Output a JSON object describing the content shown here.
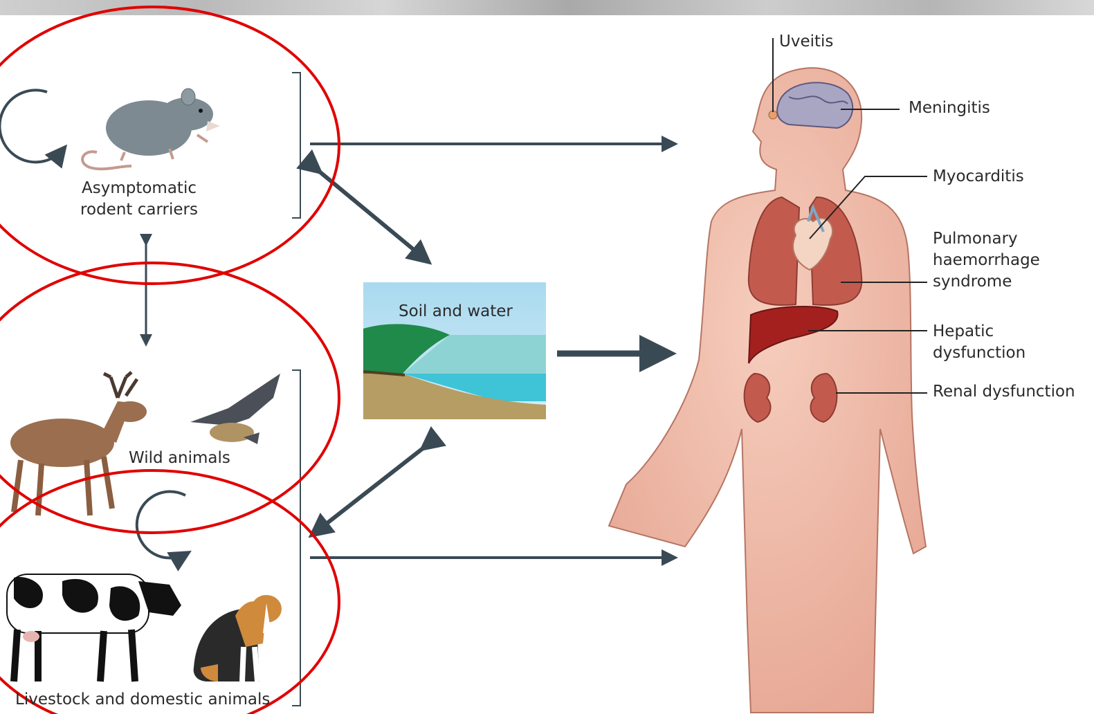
{
  "animals": {
    "rodent_caption": [
      "Asymptomatic",
      "rodent carriers"
    ],
    "wild_caption": "Wild animals",
    "livestock_caption": "Livestock and domestic animals"
  },
  "environment": {
    "label": "Soil and water"
  },
  "human": {
    "symptoms": {
      "uveitis": "Uveitis",
      "meningitis": "Meningitis",
      "myocarditis": "Myocarditis",
      "pulmonary": [
        "Pulmonary",
        "haemorrhage",
        "syndrome"
      ],
      "hepatic": [
        "Hepatic",
        "dysfunction"
      ],
      "renal": "Renal dysfunction"
    }
  },
  "colors": {
    "arrow": "#3a4a55",
    "highlight_circle": "#e00000",
    "skin": "#f2bfae",
    "organ": "#c25b4e",
    "liver": "#a3201f",
    "sky": "#bfe3f1",
    "grass": "#1f8a4a",
    "water": "#3fc3d6",
    "sand": "#b59d63"
  }
}
